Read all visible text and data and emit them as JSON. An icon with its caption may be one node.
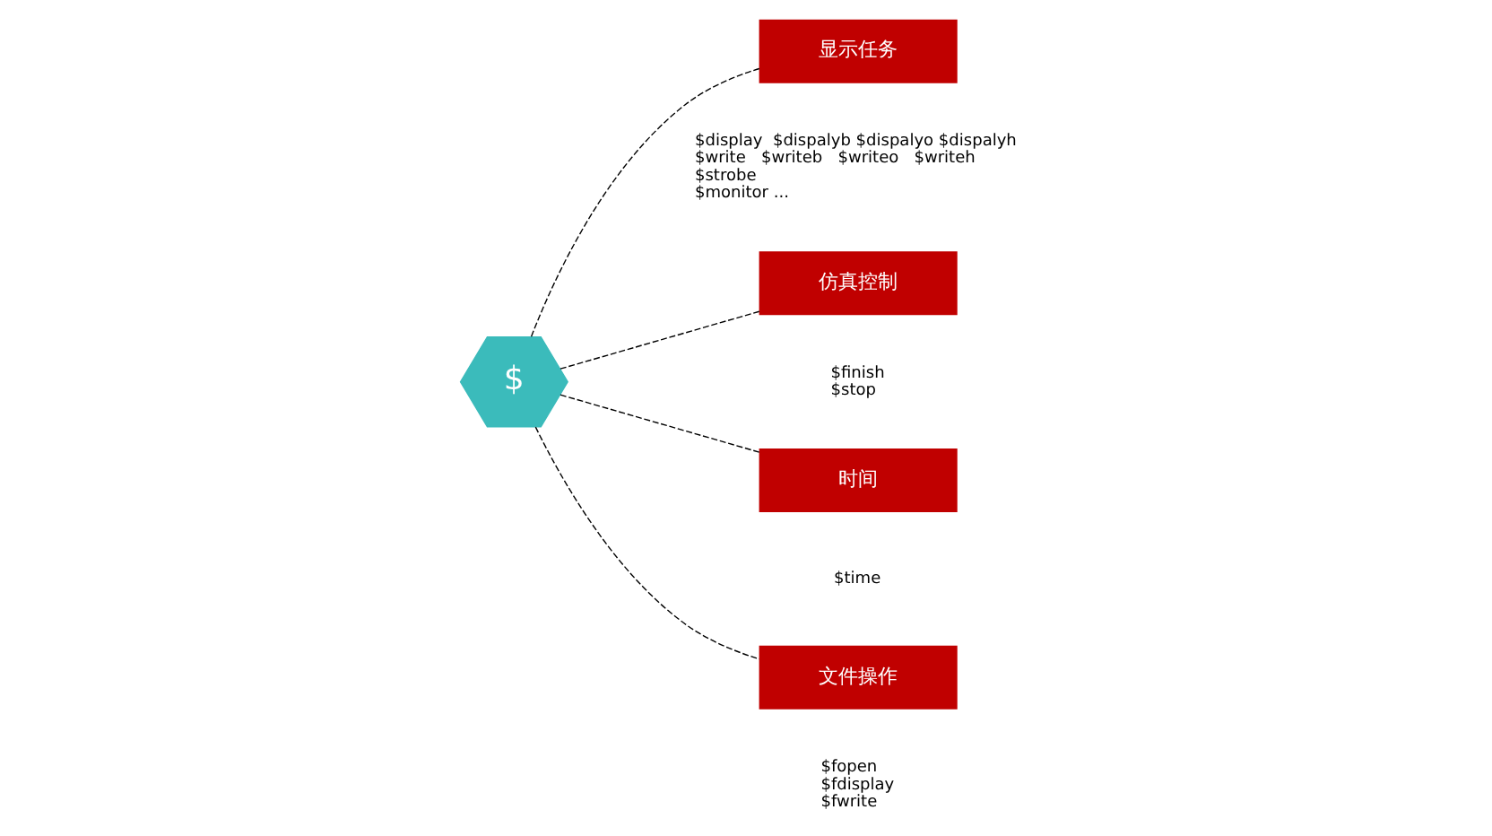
{
  "diagram": {
    "nodes": [
      {
        "text": [
          "$"
        ]
      },
      {
        "text": [
          "显示任务"
        ],
        "beside": [
          "$display  $dispalyb $dispalyo $dispalyh",
          "$write   $writeb   $writeo   $writeh",
          "$strobe",
          "$monitor ..."
        ]
      },
      {
        "text": [
          "仿真控制"
        ],
        "beside": [
          "$finish",
          "$stop"
        ]
      },
      {
        "text": [
          "时间"
        ],
        "beside": [
          "$time"
        ]
      },
      {
        "text": [
          "文件操作"
        ],
        "beside": [
          "$fopen",
          "$fdisplay",
          "$fwrite"
        ]
      }
    ],
    "edges": [
      {
        "from": 0,
        "to": 1,
        "arrow": "none",
        "style": "dashed"
      },
      {
        "from": 0,
        "to": 2,
        "arrow": "none",
        "style": "dashed"
      },
      {
        "from": 0,
        "to": 3,
        "arrow": "none",
        "style": "dashed"
      },
      {
        "from": 0,
        "to": 4,
        "arrow": "none",
        "style": "dashed"
      }
    ]
  }
}
